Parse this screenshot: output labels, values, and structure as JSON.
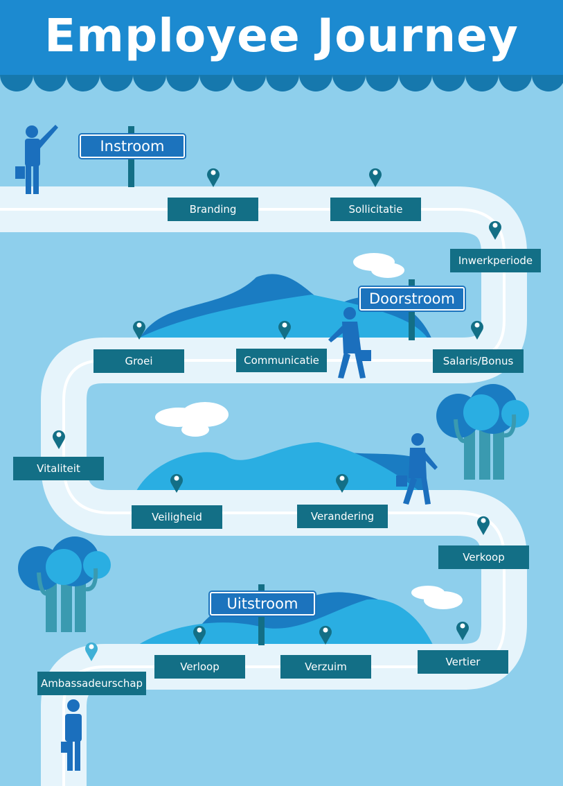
{
  "title": "Employee Journey",
  "colors": {
    "header": "#1c8ad0",
    "background": "#8ecfec",
    "road": "#ffffff",
    "label": "#136f86",
    "sign": "#1c73bd",
    "person": "#1b6fbd"
  },
  "stages": {
    "instroom": "Instroom",
    "doorstroom": "Doorstroom",
    "uitstroom": "Uitstroom"
  },
  "steps": {
    "branding": "Branding",
    "sollicitatie": "Sollicitatie",
    "inwerkperiode": "Inwerkperiode",
    "groei": "Groei",
    "communicatie": "Communicatie",
    "salaris_bonus": "Salaris/Bonus",
    "vitaliteit": "Vitaliteit",
    "veiligheid": "Veiligheid",
    "verandering": "Verandering",
    "verkoop": "Verkoop",
    "verloop": "Verloop",
    "verzuim": "Verzuim",
    "vertier": "Vertier",
    "ambassadeurschap": "Ambassadeurschap"
  }
}
